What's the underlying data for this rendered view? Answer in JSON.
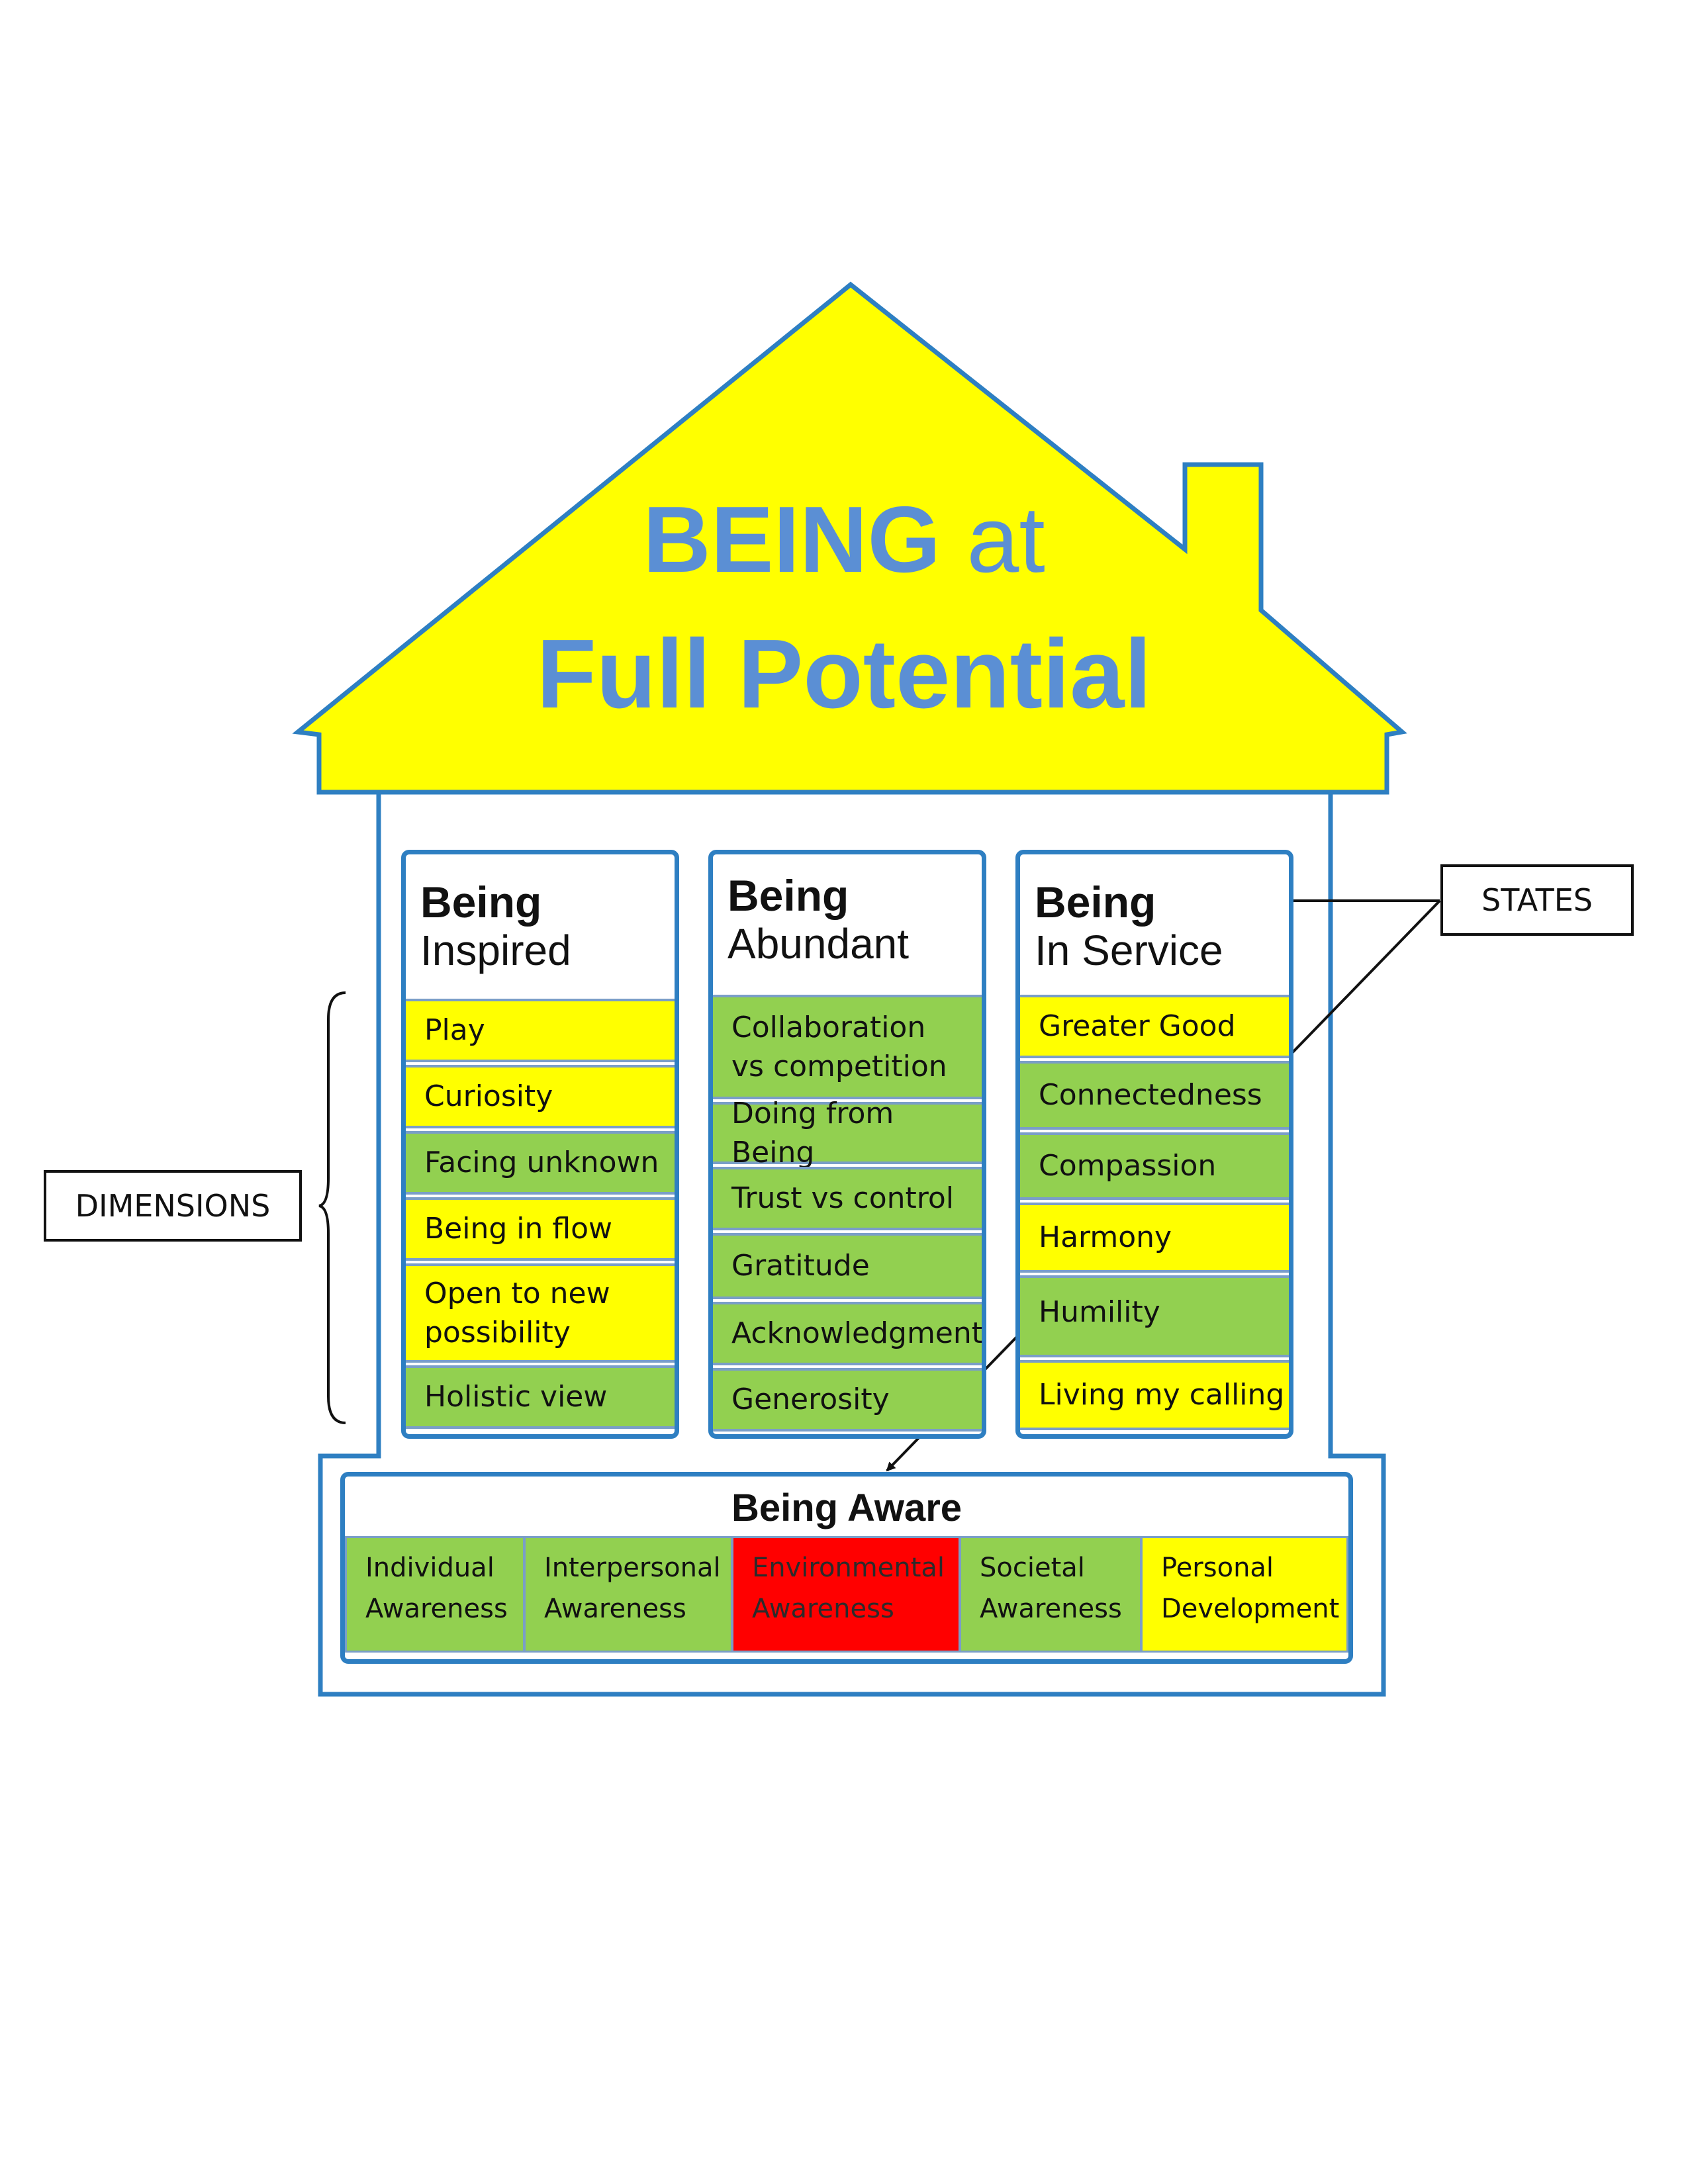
{
  "title": {
    "line1_bold": "BEING",
    "line1_rest": " at",
    "line2": "Full Potential"
  },
  "colors": {
    "roof_fill": "#ffff00",
    "outline": "#2e7fc2",
    "title": "#5b8fd4",
    "green": "#92d050",
    "yellow": "#ffff00",
    "red": "#ff0000"
  },
  "pillars": [
    {
      "heading_bold": "Being",
      "heading_rest": "Inspired",
      "items": [
        {
          "label": "Play",
          "color": "yellow"
        },
        {
          "label": "Curiosity",
          "color": "yellow"
        },
        {
          "label": "Facing unknown",
          "color": "green"
        },
        {
          "label": "Being in flow",
          "color": "yellow"
        },
        {
          "label": "Open to  new possibility",
          "color": "yellow"
        },
        {
          "label": "Holistic view",
          "color": "green"
        }
      ]
    },
    {
      "heading_bold": "Being",
      "heading_rest": "Abundant",
      "items": [
        {
          "label": "Collaboration vs competition",
          "color": "green"
        },
        {
          "label": "Doing from Being",
          "color": "green"
        },
        {
          "label": "Trust vs control",
          "color": "green"
        },
        {
          "label": "Gratitude",
          "color": "green"
        },
        {
          "label": "Acknowledgment",
          "color": "green"
        },
        {
          "label": "Generosity",
          "color": "green"
        }
      ]
    },
    {
      "heading_bold": "Being",
      "heading_rest": "In Service",
      "items": [
        {
          "label": "Greater Good",
          "color": "yellow"
        },
        {
          "label": "Connectedness",
          "color": "green"
        },
        {
          "label": "Compassion",
          "color": "green"
        },
        {
          "label": "Harmony",
          "color": "yellow"
        },
        {
          "label": "Humility",
          "color": "green"
        },
        {
          "label": "Living my calling",
          "color": "yellow"
        }
      ]
    }
  ],
  "foundation": {
    "title": "Being Aware",
    "items": [
      {
        "label": "Individual Awareness",
        "color": "green"
      },
      {
        "label": "Interpersonal Awareness",
        "color": "green"
      },
      {
        "label": "Environmental Awareness",
        "color": "red"
      },
      {
        "label": "Societal Awareness",
        "color": "green"
      },
      {
        "label": "Personal Development",
        "color": "yellow"
      }
    ]
  },
  "callouts": {
    "states": "STATES",
    "dimensions": "DIMENSIONS"
  }
}
